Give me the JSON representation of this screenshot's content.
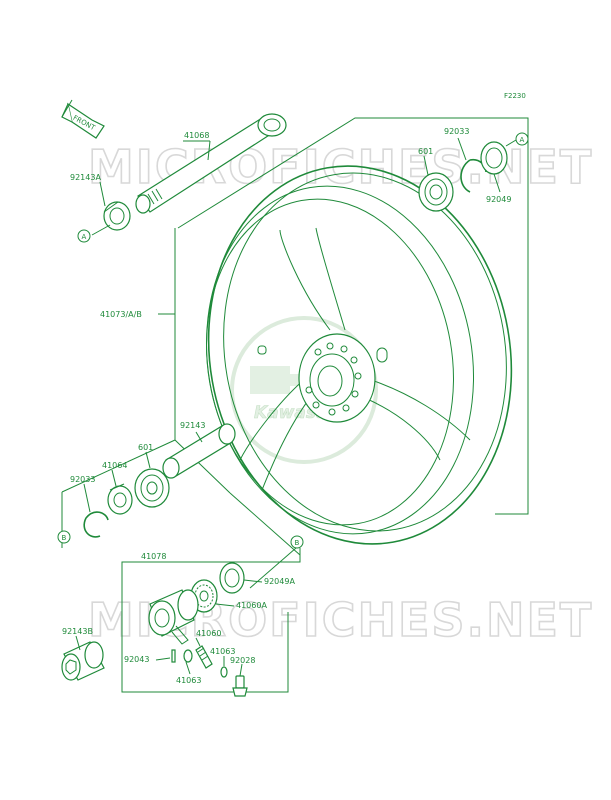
{
  "figure_code": "F2230",
  "front_label": "FRONT",
  "watermark": "MICROFICHES.NET",
  "logo_text": "Kawasaki",
  "callouts": {
    "a": "A",
    "b": "B"
  },
  "parts": {
    "p41068": "41068",
    "p92143A": "92143A",
    "p92033_top": "92033",
    "p601_top": "601",
    "p92049": "92049",
    "p41073": "41073/A/B",
    "p92143": "92143",
    "p601_mid": "601",
    "p41064": "41064",
    "p92033_mid": "92033",
    "p41078": "41078",
    "p92049A": "92049A",
    "p41060A": "41060A",
    "p41060": "41060",
    "p92143B": "92143B",
    "p41063_a": "41063",
    "p92043": "92043",
    "p92028": "92028",
    "p41063_b": "41063"
  }
}
